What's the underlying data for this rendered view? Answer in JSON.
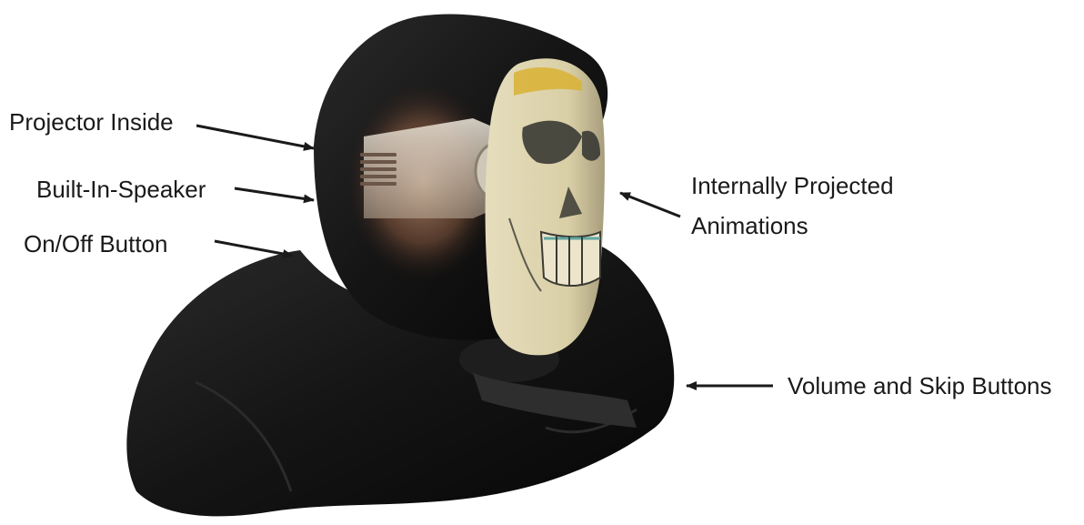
{
  "callouts": {
    "projector_inside": "Projector Inside",
    "built_in_speaker": "Built-In-Speaker",
    "on_off_button": "On/Off Button",
    "internally_projected_line1": "Internally Projected",
    "internally_projected_line2": "Animations",
    "volume_skip": "Volume and Skip Buttons"
  },
  "colors": {
    "background": "#ffffff",
    "hood": "#121212",
    "mask": "#d9cfa6",
    "skull_shadow": "#3a3a34",
    "teeth_yellow": "#d9b43a",
    "teeth_teal": "#5fa6a0",
    "arrow": "#1a1a1a",
    "text": "#1a1a1a"
  }
}
